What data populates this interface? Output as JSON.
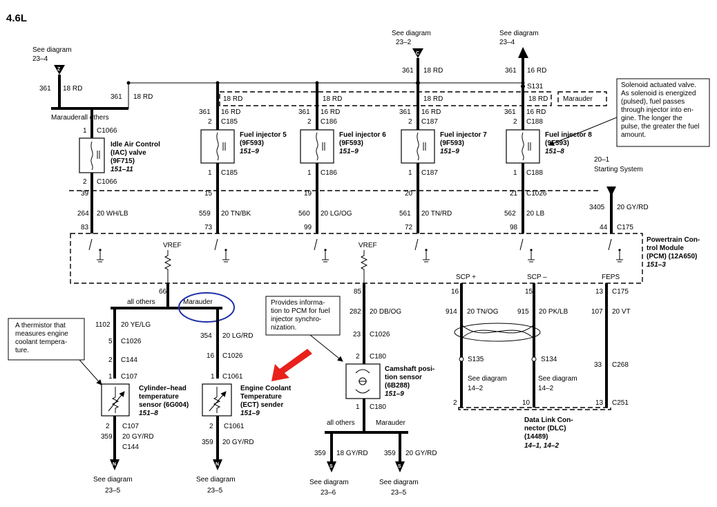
{
  "title": "4.6L",
  "top_refs": {
    "left_see": "See diagram",
    "left_page": "23–4",
    "left_conn": "Z",
    "c_see": "See diagram",
    "c_page": "23–2",
    "c_conn": "C",
    "i_see": "See diagram",
    "i_page": "23–4",
    "i_conn": "I"
  },
  "supply": {
    "z_circuit": "361",
    "z_color": "18 RD",
    "iac_circuit": "361",
    "iac_color": "18 RD",
    "c_circuit": "361",
    "c_color": "18 RD",
    "i_circuit": "361",
    "i_color": "16 RD",
    "splice": "S131",
    "marauder": "Marauder",
    "all_others": "all others"
  },
  "injectors": [
    {
      "top18": "18 RD",
      "circuit": "361",
      "color16": "16 RD",
      "pin_top": "2",
      "conn_top": "C185",
      "name": "Fuel injector 5",
      "part": "(9F593)",
      "page": "151–9",
      "pin_bot": "1",
      "conn_bot": "C185",
      "pcm_pin15": "15",
      "pcm_circuit": "559",
      "pcm_color": "20 TN/BK",
      "pcm_pin": "73"
    },
    {
      "top18": "18 RD",
      "circuit": "361",
      "color16": "16 RD",
      "pin_top": "2",
      "conn_top": "C186",
      "name": "Fuel injector 6",
      "part": "(9F593)",
      "page": "151–9",
      "pin_bot": "1",
      "conn_bot": "C186",
      "pcm_pin15": "19",
      "pcm_circuit": "560",
      "pcm_color": "20 LG/OG",
      "pcm_pin": "99"
    },
    {
      "top18": "18 RD",
      "circuit": "361",
      "color16": "16 RD",
      "pin_top": "2",
      "conn_top": "C187",
      "name": "Fuel injector 7",
      "part": "(9F593)",
      "page": "151–9",
      "pin_bot": "1",
      "conn_bot": "C187",
      "pcm_pin15": "20",
      "pcm_circuit": "561",
      "pcm_color": "20 TN/RD",
      "pcm_pin": "72"
    },
    {
      "top18": "18 RD",
      "circuit": "361",
      "color16": "16 RD",
      "pin_top": "2",
      "conn_top": "C188",
      "name": "Fuel injector 8",
      "part": "(9F593)",
      "page": "151–8",
      "pin_bot": "1",
      "conn_bot": "C188",
      "pcm_pin15": "21",
      "pcm_circuit": "562",
      "pcm_color": "20 LB",
      "pcm_pin": "98",
      "c1026": "C1026"
    }
  ],
  "iac": {
    "pin_top": "1",
    "conn_top": "C1066",
    "name1": "Idle Air Control",
    "name2": "(IAC) valve",
    "part": "(9F715)",
    "page": "151–11",
    "pin_bot": "2",
    "conn_bot": "C1066",
    "c_pin": "39",
    "circuit": "264",
    "color": "20 WH/LB",
    "pcm_pin": "83"
  },
  "note_injector": [
    "Solenoid actuated valve.",
    "As solenoid is energized",
    "(pulsed), fuel passes",
    "through injector into en-",
    "gine. The longer the",
    "pulse, the greater the fuel",
    "amount."
  ],
  "starting": {
    "ref": "20–1",
    "label": "Starting System",
    "circuit": "3405",
    "color": "20 GY/RD",
    "pin": "44",
    "conn": "C175"
  },
  "pcm": {
    "name1": "Powertrain Con-",
    "name2": "trol Module",
    "name3": "(PCM) (12A650)",
    "page": "151–3",
    "vref": "VREF",
    "scp_plus": "SCP +",
    "scp_minus": "SCP –",
    "feps": "FEPS"
  },
  "cht": {
    "pcm_pin": "66",
    "all_others": "all others",
    "marauder": "Marauder",
    "circuit": "1102",
    "color": "20 YE/LG",
    "pin1": "5",
    "conn1": "C1026",
    "pin2": "2",
    "conn2": "C144",
    "pin3": "1",
    "conn3": "C107",
    "name1": "Cylinder–head",
    "name2": "temperature",
    "name3": "sensor (6G004)",
    "page": "151–8",
    "pin_bot": "2",
    "conn_bot": "C107",
    "circuit_bot": "359",
    "color_bot": "20 GY/RD",
    "conn_bot2": "C144",
    "see": "See diagram",
    "see_page": "23–5",
    "conn_letter": "N"
  },
  "note_thermistor": [
    "A thermistor that",
    "measures engine",
    "coolant tempera-",
    "ture."
  ],
  "ect": {
    "circuit": "354",
    "color": "20 LG/RD",
    "pin1": "16",
    "conn1": "C1026",
    "pin2": "1",
    "conn2": "C1061",
    "name1": "Engine Coolant",
    "name2": "Temperature",
    "name3": "(ECT) sender",
    "page": "151–9",
    "pin_bot": "2",
    "conn_bot": "C1061",
    "circuit_bot": "359",
    "color_bot": "20 GY/RD",
    "see": "See diagram",
    "see_page": "23–5",
    "conn_letter": "N"
  },
  "cmp": {
    "pcm_pin": "85",
    "circuit": "282",
    "color": "20 DB/OG",
    "pin1": "23",
    "conn1": "C1026",
    "pin2": "2",
    "conn2": "C180",
    "name1": "Camshaft posi-",
    "name2": "tion sensor",
    "part": "(6B288)",
    "page": "151–9",
    "pin_bot": "1",
    "conn_bot": "C180",
    "all_others": "all others",
    "marauder": "Marauder",
    "l_circuit": "359",
    "l_color": "18 GY/RD",
    "r_circuit": "359",
    "r_color": "20 GY/RD",
    "l_see": "See diagram",
    "l_page": "23–6",
    "r_see": "See diagram",
    "r_page": "23–5",
    "conn_letter": "S"
  },
  "note_cmp": [
    "Provides informa-",
    "tion to PCM for fuel",
    "injector synchro-",
    "nization."
  ],
  "dlc": {
    "scpp_pin": "16",
    "scpp_circuit": "914",
    "scpp_color": "20 TN/OG",
    "scpp_splice": "S135",
    "scpp_see": "See diagram",
    "scpp_page": "14–2",
    "scpp_dlc_pin": "2",
    "scpm_pin": "15",
    "scpm_circuit": "915",
    "scpm_color": "20 PK/LB",
    "scpm_splice": "S134",
    "scpm_see": "See diagram",
    "scpm_page": "14–2",
    "scpm_dlc_pin": "10",
    "feps_pin": "13",
    "feps_conn": "C175",
    "feps_circuit": "107",
    "feps_color": "20 VT",
    "feps_pin2": "33",
    "feps_conn2": "C268",
    "feps_pin3": "13",
    "feps_conn3": "C251",
    "name1": "Data Link Con-",
    "name2": "nector (DLC)",
    "part": "(14489)",
    "pages": "14–1, 14–2"
  },
  "colors": {
    "wire": "#000000",
    "annotation_arrow": "#e8211c",
    "highlight_circle": "#1f2fa8"
  }
}
